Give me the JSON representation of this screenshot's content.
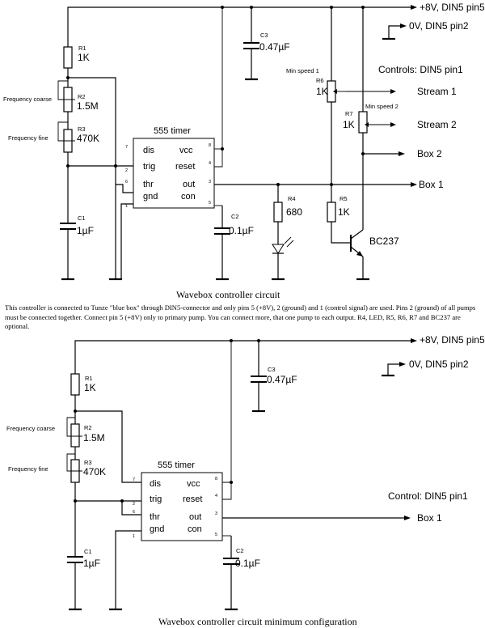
{
  "diagram1": {
    "caption": "Wavebox controller circuit",
    "rails": {
      "plus": "+8V, DIN5 pin5",
      "zero": "0V, DIN5 pin2"
    },
    "controls_label": "Controls: DIN5 pin1",
    "outputs": {
      "stream1": "Stream 1",
      "stream2": "Stream 2",
      "box2": "Box 2",
      "box1": "Box 1"
    },
    "ic": {
      "title": "555 timer",
      "dis": "dis",
      "trig": "trig",
      "thr": "thr",
      "gnd": "gnd",
      "vcc": "vcc",
      "reset": "reset",
      "out": "out",
      "con": "con",
      "pins": {
        "p7": "7",
        "p2": "2",
        "p6": "6",
        "p1": "1",
        "p8": "8",
        "p4": "4",
        "p3": "3",
        "p5": "5"
      }
    },
    "r1": {
      "name": "R1",
      "value": "1K"
    },
    "r2": {
      "name": "R2",
      "value": "1.5M",
      "label": "Frequency coarse"
    },
    "r3": {
      "name": "R3",
      "value": "470K",
      "label": "Frequency fine"
    },
    "c1": {
      "name": "C1",
      "value": "1µF"
    },
    "c2": {
      "name": "C2",
      "value": "0.1µF"
    },
    "c3": {
      "name": "C3",
      "value": "0.47µF"
    },
    "r4": {
      "name": "R4",
      "value": "680"
    },
    "r5": {
      "name": "R5",
      "value": "1K"
    },
    "r6": {
      "name": "R6",
      "value": "1K",
      "label": "Min speed 1"
    },
    "r7": {
      "name": "R7",
      "value": "1K",
      "label": "Min speed 2"
    },
    "transistor": "BC237"
  },
  "description": "This controller is connected to Tunze \"blue box\" through DIN5-connector and only pins 5 (+8V), 2 (ground) and 1 (control signal) are used. Pins 2 (ground) of all pumps must be connected together. Connect pin 5 (+8V) only to primary pump. You can connect more, that one pump to each output. R4, LED, R5, R6, R7 and BC237 are optional.",
  "diagram2": {
    "caption": "Wavebox controller circuit minimum configuration",
    "rails": {
      "plus": "+8V, DIN5 pin5",
      "zero": "0V, DIN5 pin2"
    },
    "controls_label": "Control: DIN5 pin1",
    "outputs": {
      "box1": "Box 1"
    },
    "ic": {
      "title": "555 timer",
      "dis": "dis",
      "trig": "trig",
      "thr": "thr",
      "gnd": "gnd",
      "vcc": "vcc",
      "reset": "reset",
      "out": "out",
      "con": "con",
      "pins": {
        "p7": "7",
        "p2": "2",
        "p6": "6",
        "p1": "1",
        "p8": "8",
        "p4": "4",
        "p3": "3",
        "p5": "5"
      }
    },
    "r1": {
      "name": "R1",
      "value": "1K"
    },
    "r2": {
      "name": "R2",
      "value": "1.5M",
      "label": "Frequency coarse"
    },
    "r3": {
      "name": "R3",
      "value": "470K",
      "label": "Frequency fine"
    },
    "c1": {
      "name": "C1",
      "value": "1µF"
    },
    "c2": {
      "name": "C2",
      "value": "0.1µF"
    },
    "c3": {
      "name": "C3",
      "value": "0.47µF"
    }
  }
}
